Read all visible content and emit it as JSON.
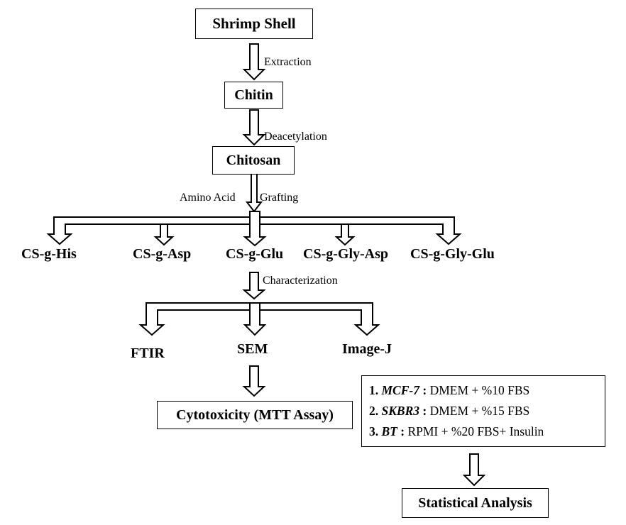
{
  "source": {
    "label": "Shrimp Shell"
  },
  "steps": {
    "extraction": "Extraction",
    "deacetylation": "Deacetylation",
    "grafting_left": "Amino Acid",
    "grafting_right": "Grafting",
    "characterization": "Characterization"
  },
  "chitin": {
    "label": "Chitin"
  },
  "chitosan": {
    "label": "Chitosan"
  },
  "derivatives": [
    {
      "label": "CS-g-His"
    },
    {
      "label": "CS-g-Asp"
    },
    {
      "label": "CS-g-Glu"
    },
    {
      "label": "CS-g-Gly-Asp"
    },
    {
      "label": "CS-g-Gly-Glu"
    }
  ],
  "characterization_methods": [
    {
      "label": "FTIR"
    },
    {
      "label": "SEM"
    },
    {
      "label": "Image-J"
    }
  ],
  "cytotoxicity": {
    "label": "Cytotoxicity (MTT Assay)"
  },
  "cell_lines": [
    {
      "number": "1.",
      "name": "MCF-7",
      "sep": " :  ",
      "medium": "DMEM + %10 FBS"
    },
    {
      "number": "2.",
      "name": "SKBR3",
      "sep": " :  ",
      "medium": "DMEM + %15 FBS"
    },
    {
      "number": "3.",
      "name": "BT",
      "sep": " :  ",
      "medium": "RPMI + %20 FBS+ Insulin"
    }
  ],
  "statistics": {
    "label": "Statistical Analysis"
  }
}
